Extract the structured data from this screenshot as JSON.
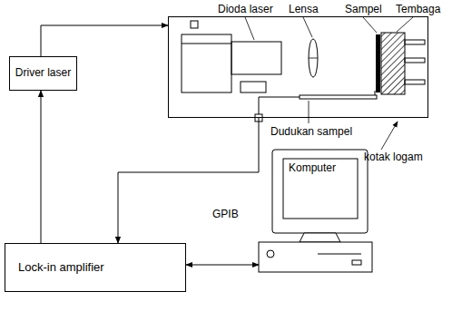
{
  "diagram": {
    "nodes": [
      {
        "text": [
          "kotak logam"
        ]
      },
      {
        "text": [
          "Driver laser"
        ]
      },
      {
        "text": [
          "Lock-in amplifier"
        ]
      },
      {
        "text": [
          "Komputer"
        ]
      }
    ],
    "edges": [
      {
        "from": 1,
        "to": 0,
        "arrow": "to"
      },
      {
        "from": 0,
        "to": 2,
        "arrow": "to"
      },
      {
        "from": 2,
        "to": 1,
        "arrow": "to"
      },
      {
        "from": 2,
        "to": 3,
        "label": "GPIB",
        "arrow": "both"
      }
    ],
    "labels": [
      "Dioda laser",
      "Lensa",
      "Sampel",
      "Tembaga",
      "Dudukan sampel"
    ]
  }
}
